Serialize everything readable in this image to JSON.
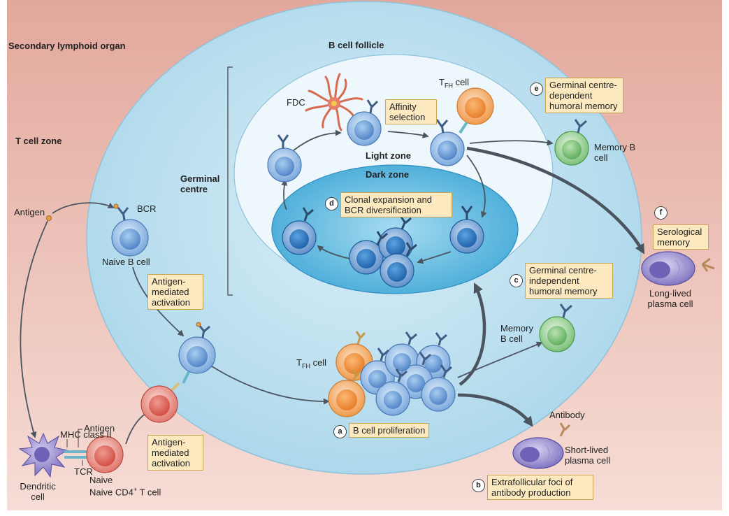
{
  "regions": {
    "secondary_lymphoid_organ": "Secondary lymphoid organ",
    "t_cell_zone": "T cell zone",
    "b_cell_follicle": "B cell follicle",
    "germinal_centre": "Germinal centre",
    "light_zone": "Light zone",
    "dark_zone": "Dark zone"
  },
  "cells": {
    "fdc": "FDC",
    "tfh_base": "T",
    "tfh_sub": "FH",
    "tfh_suffix": " cell",
    "memory_b_cell": "Memory B cell",
    "naive_b_cell": "Naive B cell",
    "long_lived_plasma_cell": "Long-lived plasma cell",
    "short_lived_plasma_cell": "Short-lived plasma cell",
    "dendritic_cell": "Dendritic cell",
    "naive_cd4_t_cell_prefix": "Naive CD4",
    "naive_cd4_t_cell_sup": "+",
    "naive_cd4_t_cell_suffix": " T cell"
  },
  "molecules": {
    "antigen_top": "Antigen",
    "antigen_low": "Antigen",
    "bcr": "BCR",
    "mhc_class_ii": "MHC class II",
    "tcr": "TCR",
    "antibody": "Antibody"
  },
  "steps": [
    {
      "id": "a",
      "label": "B cell proliferation"
    },
    {
      "id": "b",
      "label": "Extrafollicular foci of antibody production"
    },
    {
      "id": "c",
      "label": "Germinal centre-independent humoral memory"
    },
    {
      "id": "d",
      "label": "Clonal expansion and BCR diversification"
    },
    {
      "id": "e",
      "label": "Germinal centre-dependent humoral memory"
    },
    {
      "id": "f",
      "label": "Serological memory"
    }
  ],
  "annotations": {
    "affinity_selection": "Affinity selection",
    "antigen_mediated_activation": "Antigen-mediated activation"
  },
  "colors": {
    "organ": "#e8b3a8",
    "follicle": "#bfe0ee",
    "light_zone": "#f0f8fc",
    "dark_zone": "#6fbfe0",
    "b_cell": "#8fb9e6",
    "memory_cell": "#8cc98a",
    "tfh_cell": "#f3a050",
    "t_cell": "#e87d70",
    "plasma_cell": "#8a80c8",
    "label_box": "#fde9c0"
  }
}
